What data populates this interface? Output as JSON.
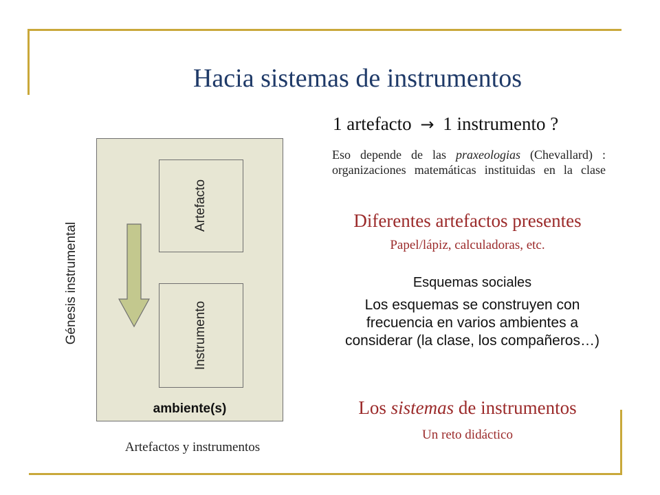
{
  "slide": {
    "title": "Hacia sistemas de instrumentos",
    "diagram": {
      "artefacto_label": "Artefacto",
      "instrumento_label": "Instrumento",
      "genesis_label": "Génesis instrumental",
      "ambiente_label": "ambiente(s)",
      "caption": "Artefactos y instrumentos",
      "arrow_icon": "down-arrow-icon",
      "box_color": "#e7e6d3",
      "arrow_color": "#c3c88e"
    },
    "right": {
      "heading_left": "1 artefacto",
      "heading_arrow": "→",
      "heading_right": "1 instrumento ?",
      "para_part1": "Eso depende de las ",
      "para_italic": "praxeologias",
      "para_part2": " (Chevallard) : organizaciones matemáticas instituidas en la clase",
      "diff_title": "Diferentes artefactos presentes",
      "diff_sub": "Papel/lápiz, calculadoras, etc.",
      "esquemas_title": "Esquemas sociales",
      "esquemas_body": "Los esquemas se construyen con frecuencia en varios ambientes a considerar (la clase, los compañeros…)",
      "sistemas_pre": "Los ",
      "sistemas_italic": "sistemas",
      "sistemas_post": " de instrumentos",
      "reto": "Un reto didáctico"
    },
    "accent_color": "#c9a83a",
    "title_color": "#1f3a68",
    "red_color": "#9b2a2a"
  }
}
